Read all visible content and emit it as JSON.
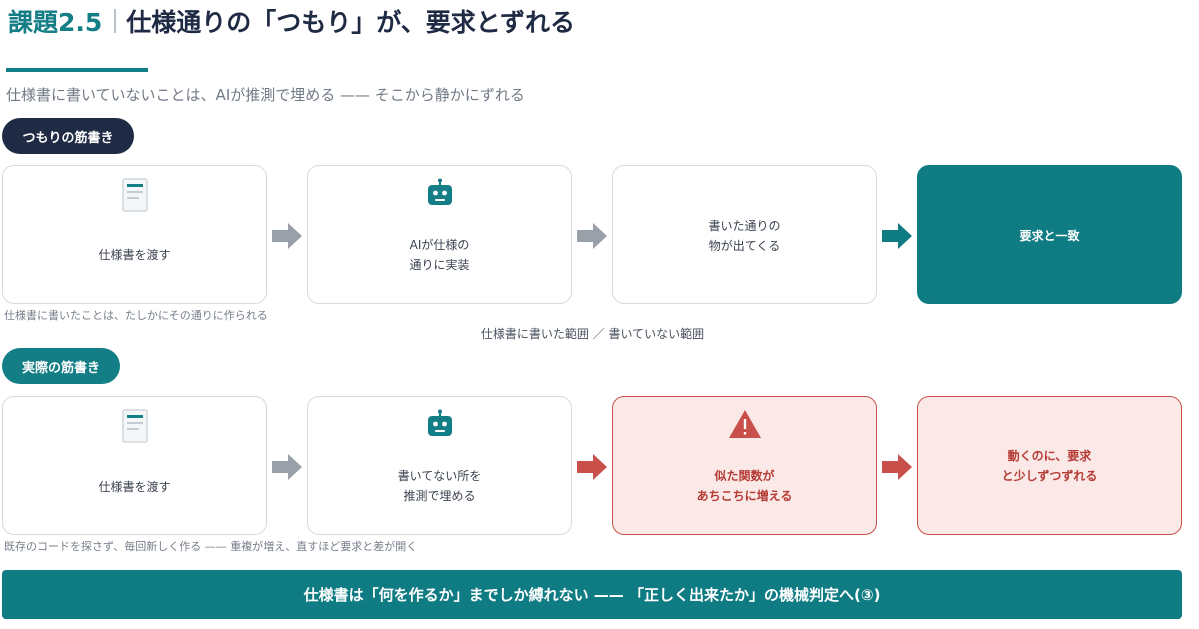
{
  "header": {
    "tag": "課題2.5",
    "title": "仕様通りの「つもり」が、要求とずれる",
    "subtitle": "仕様書に書いていないことは、AIが推測で埋める —— そこから静かにずれる"
  },
  "colors": {
    "teal": "#147e86",
    "navy": "#1f2a44",
    "warning_red": "#c9504a",
    "warning_bg": "#fbe9e7",
    "arrow_gray": "#9aa0a8"
  },
  "intended": {
    "pill": "つもりの筋書き",
    "steps": [
      {
        "icon": "document-icon",
        "label": "仕様書を渡す"
      },
      {
        "icon": "robot-icon",
        "label": "AIが仕様の\n通りに実装"
      },
      {
        "icon": "",
        "label": "書いた通りの\n物が出てくる"
      },
      {
        "icon": "",
        "label": "要求と一致"
      }
    ],
    "note": "仕様書に書いたことは、たしかにその通りに作られる"
  },
  "divider_note": "仕様書に書いた範囲 ／ 書いていない範囲",
  "actual": {
    "pill": "実際の筋書き",
    "steps": [
      {
        "icon": "document-icon",
        "label": "仕様書を渡す"
      },
      {
        "icon": "robot-icon",
        "label": "書いてない所を\n推測で埋める"
      },
      {
        "icon": "warning-icon",
        "label": "似た関数が\nあちこちに増える"
      },
      {
        "icon": "",
        "label": "動くのに、要求\nと少しずつずれる"
      }
    ],
    "note": "既存のコードを探さず、毎回新しく作る —— 重複が増え、直すほど要求と差が開く"
  },
  "banner": "仕様書は「何を作るか」までしか縛れない —— 「正しく出来たか」の機械判定へ(③)"
}
